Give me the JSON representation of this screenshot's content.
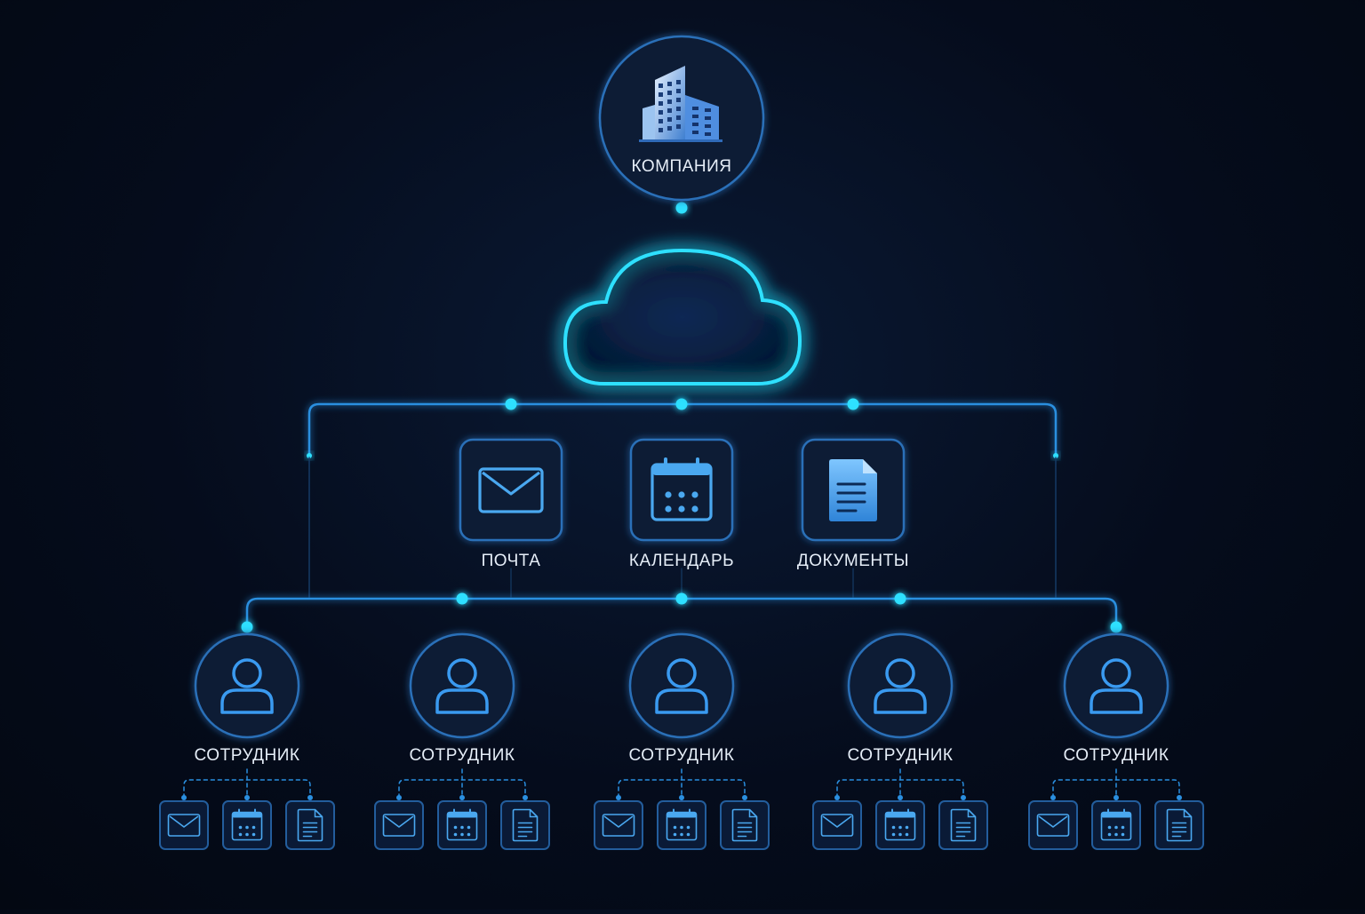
{
  "company": {
    "label": "КОМПАНИЯ",
    "icon": "building-icon"
  },
  "cloud": {
    "icon": "cloud-icon"
  },
  "services": [
    {
      "id": "mail",
      "label": "ПОЧТА",
      "icon": "mail-icon"
    },
    {
      "id": "calendar",
      "label": "КАЛЕНДАРЬ",
      "icon": "calendar-icon"
    },
    {
      "id": "documents",
      "label": "ДОКУМЕНТЫ",
      "icon": "document-icon"
    }
  ],
  "employees": [
    {
      "label": "СОТРУДНИК",
      "icon": "user-icon",
      "apps": [
        "mail-icon",
        "calendar-icon",
        "document-icon"
      ]
    },
    {
      "label": "СОТРУДНИК",
      "icon": "user-icon",
      "apps": [
        "mail-icon",
        "calendar-icon",
        "document-icon"
      ]
    },
    {
      "label": "СОТРУДНИК",
      "icon": "user-icon",
      "apps": [
        "mail-icon",
        "calendar-icon",
        "document-icon"
      ]
    },
    {
      "label": "СОТРУДНИК",
      "icon": "user-icon",
      "apps": [
        "mail-icon",
        "calendar-icon",
        "document-icon"
      ]
    },
    {
      "label": "СОТРУДНИК",
      "icon": "user-icon",
      "apps": [
        "mail-icon",
        "calendar-icon",
        "document-icon"
      ]
    }
  ],
  "colors": {
    "background": "#050c1c",
    "line": "#2a8fe0",
    "glow": "#2ee0ff",
    "node_fill": "#0c1e3c",
    "node_stroke": "#2a6fb8",
    "icon": "#4aa8f0",
    "text": "#e6eef8"
  }
}
